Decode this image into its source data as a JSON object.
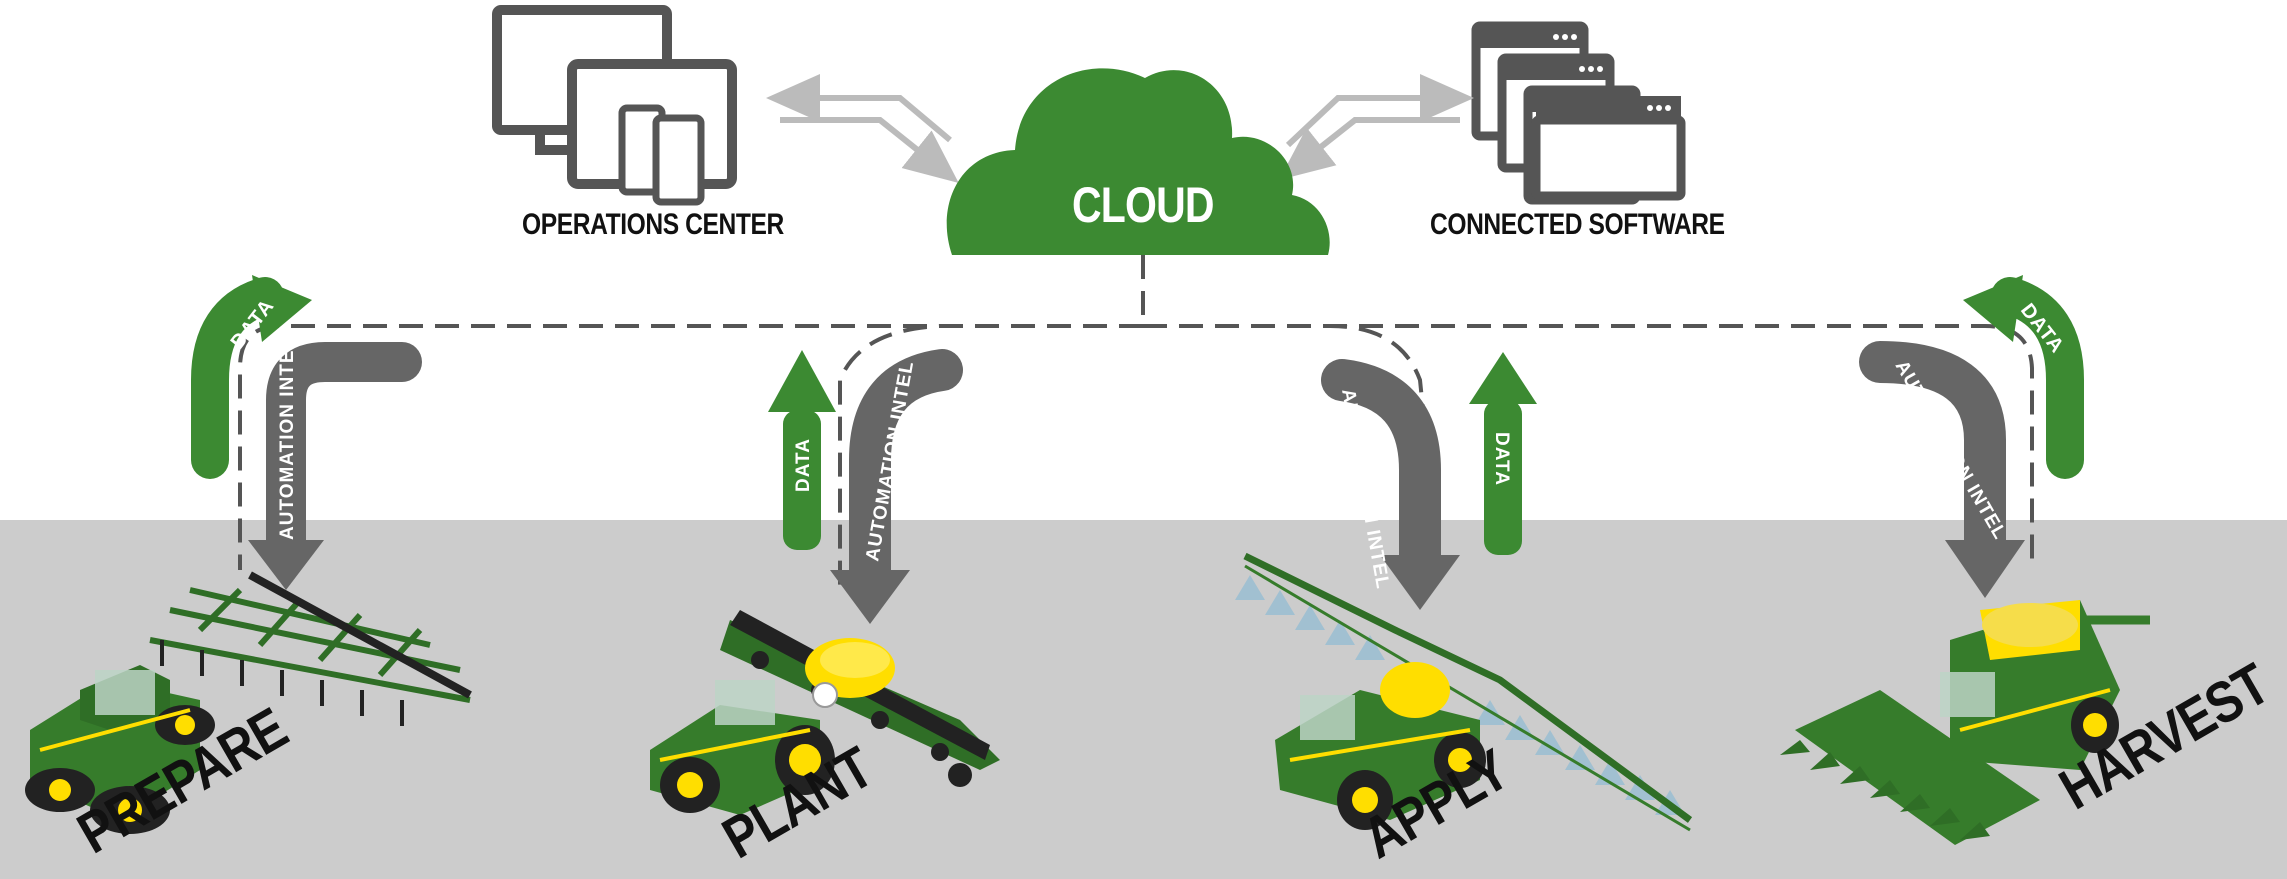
{
  "cloud": {
    "label": "CLOUD",
    "color": "#3c8a32"
  },
  "nodes": {
    "operations_center": "OPERATIONS CENTER",
    "connected_software": "CONNECTED SOFTWARE"
  },
  "flows": {
    "data": "DATA",
    "automation": "AUTOMATION INTEL"
  },
  "stages": [
    {
      "name": "PREPARE"
    },
    {
      "name": "PLANT"
    },
    {
      "name": "APPLY"
    },
    {
      "name": "HARVEST"
    }
  ],
  "colors": {
    "data_arrow": "#3c8a32",
    "automation_arrow": "#666666",
    "machine_green": "#367c2b",
    "machine_yellow": "#ffde00",
    "ground": "#cccccc"
  }
}
